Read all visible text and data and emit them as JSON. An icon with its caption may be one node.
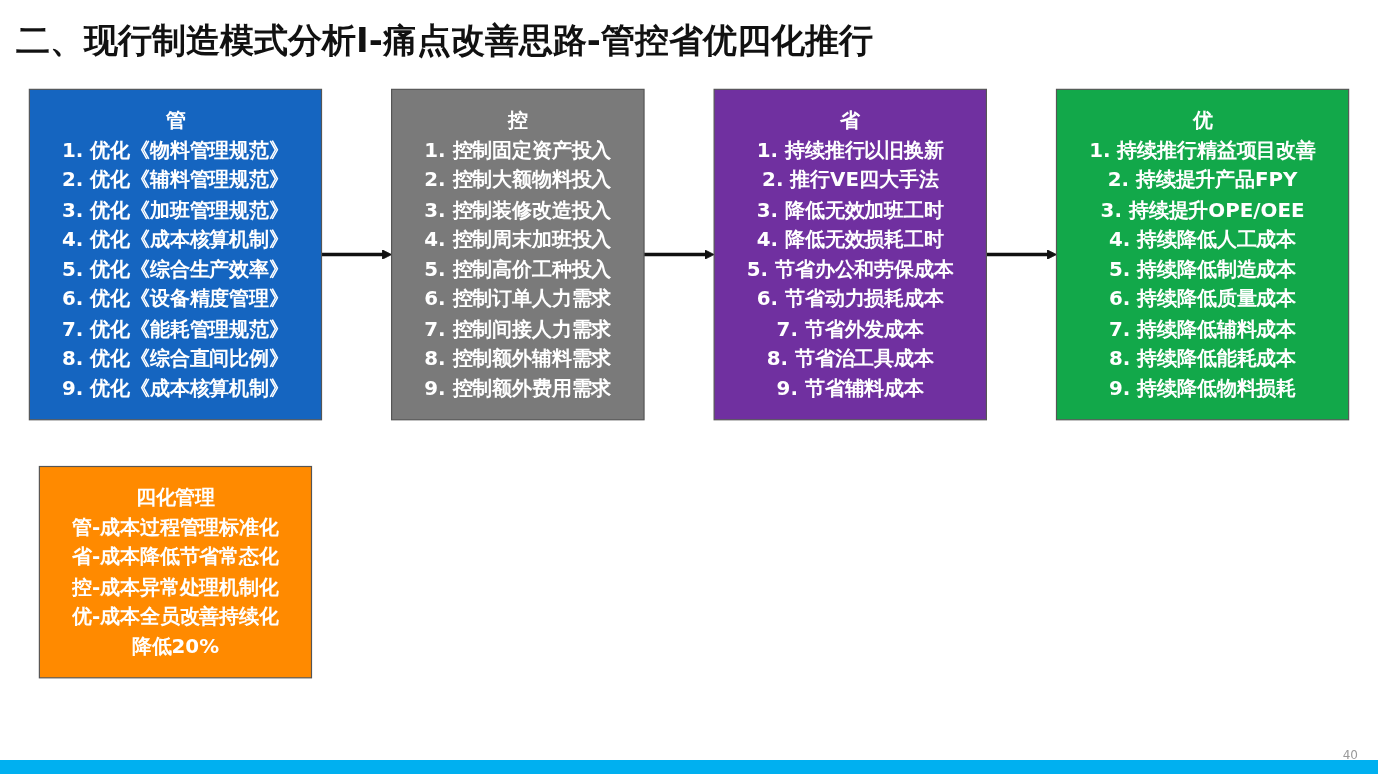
{
  "diagram": {
    "title": "二、现行制造模式分析I-痛点改善思路-管控省优四化推行",
    "nodes": [
      {
        "text": [
          "管",
          "1. 优化《物料管理规范》",
          "2. 优化《辅料管理规范》",
          "3. 优化《加班管理规范》",
          "4. 优化《成本核算机制》",
          "5. 优化《综合生产效率》",
          "6. 优化《设备精度管理》",
          "7. 优化《能耗管理规范》",
          "8. 优化《综合直间比例》",
          "9. 优化《成本核算机制》"
        ]
      },
      {
        "text": [
          "控",
          "1. 控制固定资产投入",
          "2. 控制大额物料投入",
          "3. 控制装修改造投入",
          "4. 控制周末加班投入",
          "5. 控制高价工种投入",
          "6. 控制订单人力需求",
          "7. 控制间接人力需求",
          "8. 控制额外辅料需求",
          "9. 控制额外费用需求"
        ]
      },
      {
        "text": [
          "省",
          "1. 持续推行以旧换新",
          "2. 推行VE四大手法",
          "3. 降低无效加班工时",
          "4. 降低无效损耗工时",
          "5. 节省办公和劳保成本",
          "6. 节省动力损耗成本",
          "7. 节省外发成本",
          "8. 节省治工具成本",
          "9. 节省辅料成本"
        ]
      },
      {
        "text": [
          "优",
          "1. 持续推行精益项目改善",
          "2. 持续提升产品FPY",
          "3. 持续提升OPE/OEE",
          "4. 持续降低人工成本",
          "5. 持续降低制造成本",
          "6. 持续降低质量成本",
          "7. 持续降低辅料成本",
          "8. 持续降低能耗成本",
          "9. 持续降低物料损耗"
        ]
      },
      {
        "text": [
          "四化管理",
          "管-成本过程管理标准化",
          "省-成本降低节省常态化",
          "控-成本异常处理机制化",
          "优-成本全员改善持续化",
          "降低20%"
        ]
      }
    ],
    "edges": [
      {
        "from": 0,
        "to": 1,
        "arrow": "to"
      },
      {
        "from": 1,
        "to": 2,
        "arrow": "to"
      },
      {
        "from": 2,
        "to": 3,
        "arrow": "to"
      }
    ],
    "labels": [
      "40"
    ]
  }
}
